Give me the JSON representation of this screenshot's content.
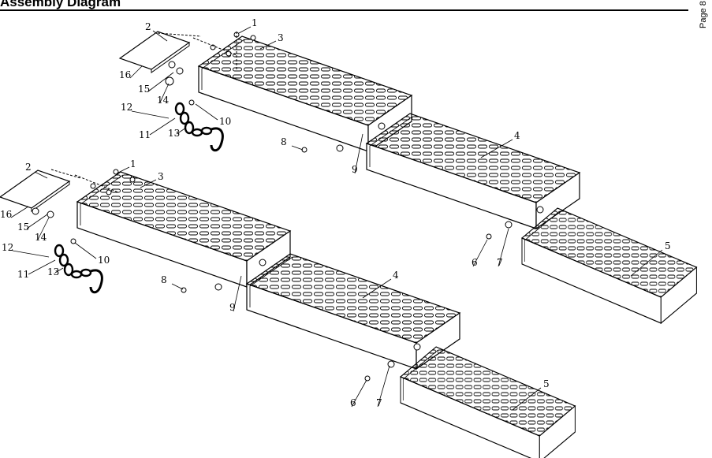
{
  "heading": "Assembly Diagram",
  "side_text": "Page 8",
  "part_numbers": [
    "1",
    "2",
    "3",
    "4",
    "5",
    "6",
    "7",
    "8",
    "9",
    "10",
    "11",
    "12",
    "13",
    "14",
    "15",
    "16"
  ]
}
